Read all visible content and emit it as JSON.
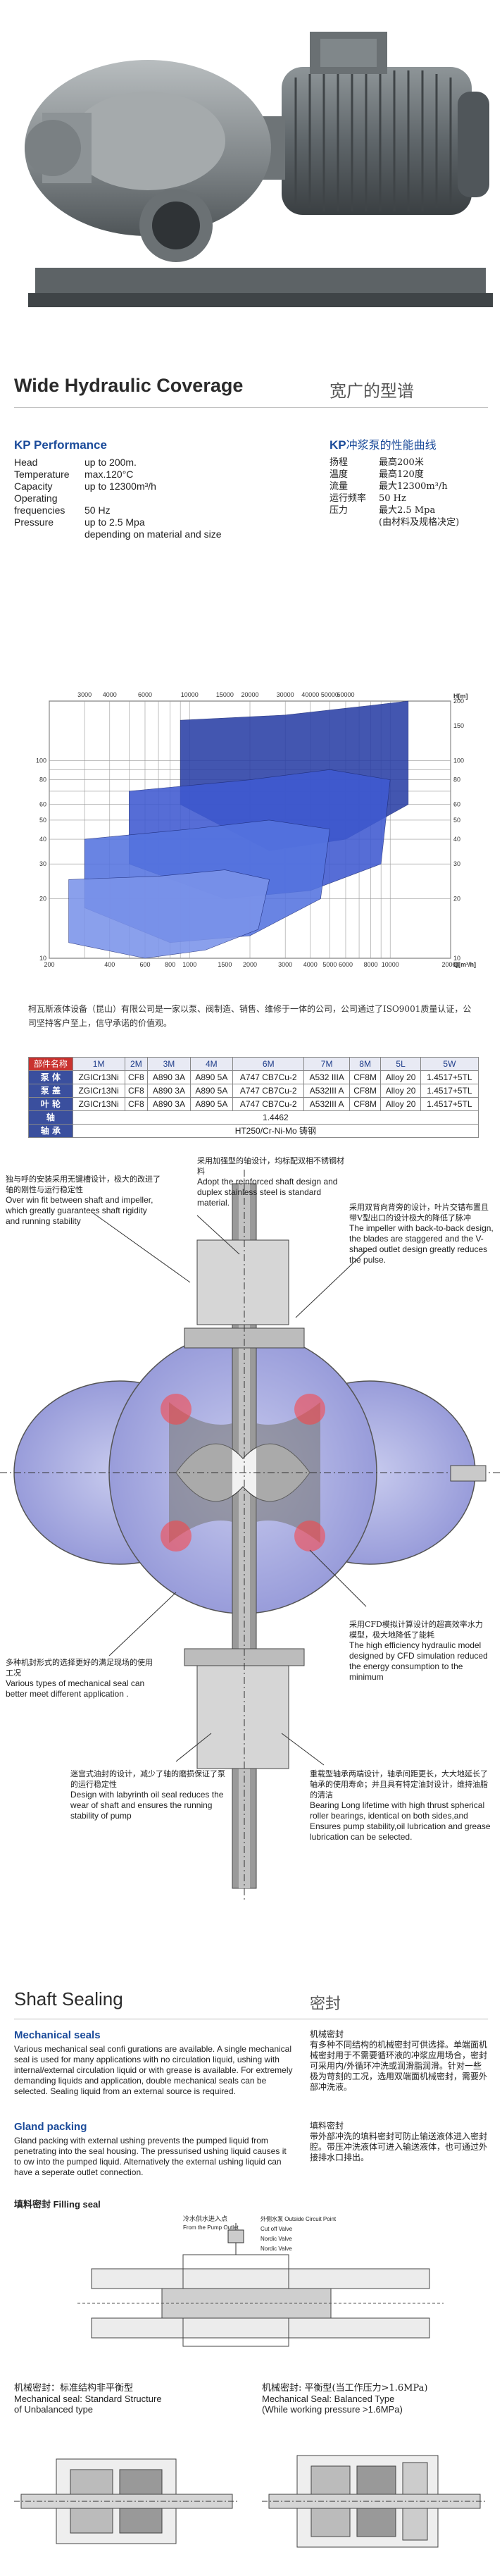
{
  "hero": {
    "caption": ""
  },
  "coverage": {
    "title": "Wide Hydraulic Coverage",
    "title_cn": "宽广的型谱"
  },
  "performance": {
    "title_en": "KP Performance",
    "title_cn_prefix": "KP",
    "title_cn": "冲浆泵的性能曲线",
    "rows_en": [
      {
        "k": "Head",
        "v": "up to 200m."
      },
      {
        "k": "Temperature",
        "v": "max.120°C"
      },
      {
        "k": "Capacity",
        "v": "up to 12300m³/h"
      },
      {
        "k": "Operating",
        "v": ""
      },
      {
        "k": "frequencies",
        "v": "50 Hz"
      },
      {
        "k": "Pressure",
        "v": "up to 2.5 Mpa"
      },
      {
        "k": "",
        "v": "depending on material and size"
      }
    ],
    "rows_cn": [
      {
        "k": "扬程",
        "v": "最高200米"
      },
      {
        "k": "温度",
        "v": "最高120度"
      },
      {
        "k": "流量",
        "v": "最大12300m³/h"
      },
      {
        "k": "运行频率",
        "v": "50 Hz"
      },
      {
        "k": "压力",
        "v": "最大2.5 Mpa"
      },
      {
        "k": "",
        "v": "(由材料及规格决定)"
      }
    ]
  },
  "chart_data": {
    "type": "area",
    "title": "",
    "xlabel": "Q[m³/h]",
    "ylabel": "H[m]",
    "x_scale": "log",
    "y_scale": "log",
    "x_ticks_bottom": [
      "200",
      "400",
      "600",
      "800",
      "1000",
      "1500",
      "2000",
      "3000",
      "4000",
      "5000",
      "6000",
      "8000",
      "10000",
      "20000"
    ],
    "x_ticks_top": [
      "3000",
      "4000",
      "6000",
      "10000",
      "15000",
      "20000",
      "30000",
      "40000",
      "50000",
      "60000"
    ],
    "y_ticks_left": [
      "100",
      "80",
      "60",
      "50",
      "40",
      "30",
      "20",
      "10"
    ],
    "y_ticks_right": [
      "200",
      "150",
      "100",
      "80",
      "60",
      "50",
      "40",
      "30",
      "20",
      "10"
    ],
    "xlim": [
      200,
      20000
    ],
    "ylim": [
      10,
      200
    ],
    "series": [
      {
        "values": [
          [
            900,
            160
          ],
          [
            3000,
            170
          ],
          [
            8000,
            190
          ],
          [
            12300,
            200
          ],
          [
            12300,
            60
          ],
          [
            6000,
            40
          ],
          [
            2500,
            35
          ],
          [
            900,
            60
          ]
        ]
      },
      {
        "values": [
          [
            500,
            70
          ],
          [
            2000,
            80
          ],
          [
            5000,
            90
          ],
          [
            10000,
            80
          ],
          [
            9000,
            30
          ],
          [
            4000,
            22
          ],
          [
            1500,
            20
          ],
          [
            500,
            30
          ]
        ]
      },
      {
        "values": [
          [
            300,
            40
          ],
          [
            1000,
            45
          ],
          [
            2500,
            50
          ],
          [
            5000,
            45
          ],
          [
            4500,
            20
          ],
          [
            2000,
            13
          ],
          [
            800,
            12
          ],
          [
            300,
            18
          ]
        ]
      },
      {
        "values": [
          [
            250,
            25
          ],
          [
            700,
            26
          ],
          [
            1500,
            28
          ],
          [
            2500,
            25
          ],
          [
            2200,
            14
          ],
          [
            1200,
            11
          ],
          [
            600,
            10
          ],
          [
            250,
            12
          ]
        ]
      }
    ],
    "grid": true
  },
  "company": {
    "text_cn": "柯瓦斯液体设备（昆山）有限公司是一家以泵、阀制造、销售、维修于一体的公司，公司通过了ISO9001质量认证，公司坚持客户至上，信守承诺的价值观。"
  },
  "materials": {
    "header": [
      "部件名称",
      "1M",
      "2M",
      "3M",
      "4M",
      "6M",
      "7M",
      "8M",
      "5L",
      "5W"
    ],
    "rows": [
      [
        "泵 体",
        "ZGICr13Ni",
        "CF8",
        "A890 3A",
        "A890 5A",
        "A747 CB7Cu-2",
        "A532 IIIA",
        "CF8M",
        "Alloy 20",
        "1.4517+5TL"
      ],
      [
        "泵 盖",
        "ZGICr13Ni",
        "CF8",
        "A890 3A",
        "A890 5A",
        "A747 CB7Cu-2",
        "A532III A",
        "CF8M",
        "Alloy 20",
        "1.4517+5TL"
      ],
      [
        "叶 轮",
        "ZGICr13Ni",
        "CF8",
        "A890 3A",
        "A890 5A",
        "A747 CB7Cu-2",
        "A532III A",
        "CF8M",
        "Alloy 20",
        "1.4517+5TL"
      ]
    ],
    "shaft_label": "轴",
    "shaft_value": "1.4462",
    "sleeve_label": "轴 承",
    "sleeve_value": "HT250/Cr-Ni-Mo 铸钢"
  },
  "section": {
    "note_left_top_cn": "独与呼的安装采用无键槽设计，极大的改进了轴的刚性与运行稳定性",
    "note_left_top_en": "Over win fit between shaft and impeller, which greatly guarantees shaft rigidity and running stability",
    "note_top_cn": "采用加强型的轴设计，均标配双相不锈钢材料",
    "note_top_en": "Adopt the reinforced shaft design and duplex stainless steel is standard material.",
    "note_right_top_cn": "采用双背向背旁的设计，叶片交错布置且带V型出口的设计极大的降低了脉冲",
    "note_right_top_en": "The impeller with back-to-back design, the blades are staggered and the V-shaped outlet design greatly reduces the pulse.",
    "note_right_mid_cn": "采用CFD模拟计算设计的超高效率水力模型，极大地降低了能耗",
    "note_right_mid_en": "The high efficiency hydraulic model designed by CFD simulation reduced the energy consumption to the minimum",
    "note_left_mid_cn": "多种机封形式的选择更好的满足现场的使用工况",
    "note_left_mid_en": "Various types of mechanical seal can better meet different application .",
    "note_bottom_left_cn": "迷宫式油封的设计，减少了轴的磨损保证了泵的运行稳定性",
    "note_bottom_left_en": "Design with labyrinth oil seal reduces the wear of shaft and ensures the running stability of pump",
    "note_bottom_right_cn": "重载型轴承两端设计，轴承间距更长，大大地延长了轴承的使用寿命；并且具有特定油封设计，维持油脂的清洁",
    "note_bottom_right_en": "Bearing Long lifetime with high thrust spherical roller bearings, identical on both sides,and Ensures pump stability,oil lubrication and grease lubrication can be selected."
  },
  "shaft_sealing": {
    "title": "Shaft Sealing",
    "title_cn": "密封",
    "mech_title": "Mechanical seals",
    "mech_text": "Various mechanical seal confi gurations are available. A single mechanical seal is used for many applications with no circulation liquid, ushing with internal/external circulation liquid or with grease is available. For extremely demanding liquids and application, double mechanical seals can be selected. Sealing liquid from an external source is required.",
    "mech_cn_title": "机械密封",
    "mech_cn": "有多种不同结构的机械密封可供选择。单端面机械密封用于不需要循环液的冲浆应用场合，密封可采用内/外循环冲洗或润滑脂润滑。针对一些极为苛刻的工况，选用双端面机械密封，需要外部冲洗液。",
    "gland_title": "Gland packing",
    "gland_text": "Gland packing with external ushing prevents the pumped liquid from penetrating into the seal housing. The pressurised ushing liquid causes it to ow into the pumped liquid. Alternatively the external ushing liquid can have a seperate outlet connection.",
    "gland_cn_title": "填料密封",
    "gland_cn": "带外部冲洗的填料密封可防止输送液体进入密封腔。带压冲洗液体可进入输送液体，也可通过外接排水口排出。",
    "filling_label": "填料密封 Filling seal",
    "fill_callouts": [
      "冷水供水进入点",
      "From the Pump Outlet",
      "外侧水泵 Outside Circuit Point",
      "Cut off Valve",
      "Nordic Valve",
      "Nordic Valve"
    ],
    "ms_unbal_cn": "机械密封：标准结构非平衡型",
    "ms_unbal_en_1": "Mechanical seal: Standard Structure",
    "ms_unbal_en_2": "of Unbalanced type",
    "ms_bal_cn": "机械密封: 平衡型(当工作压力>1.6MPa)",
    "ms_bal_en_1": "Mechanical Seal: Balanced Type",
    "ms_bal_en_2": "(While working pressure >1.6MPa)"
  }
}
